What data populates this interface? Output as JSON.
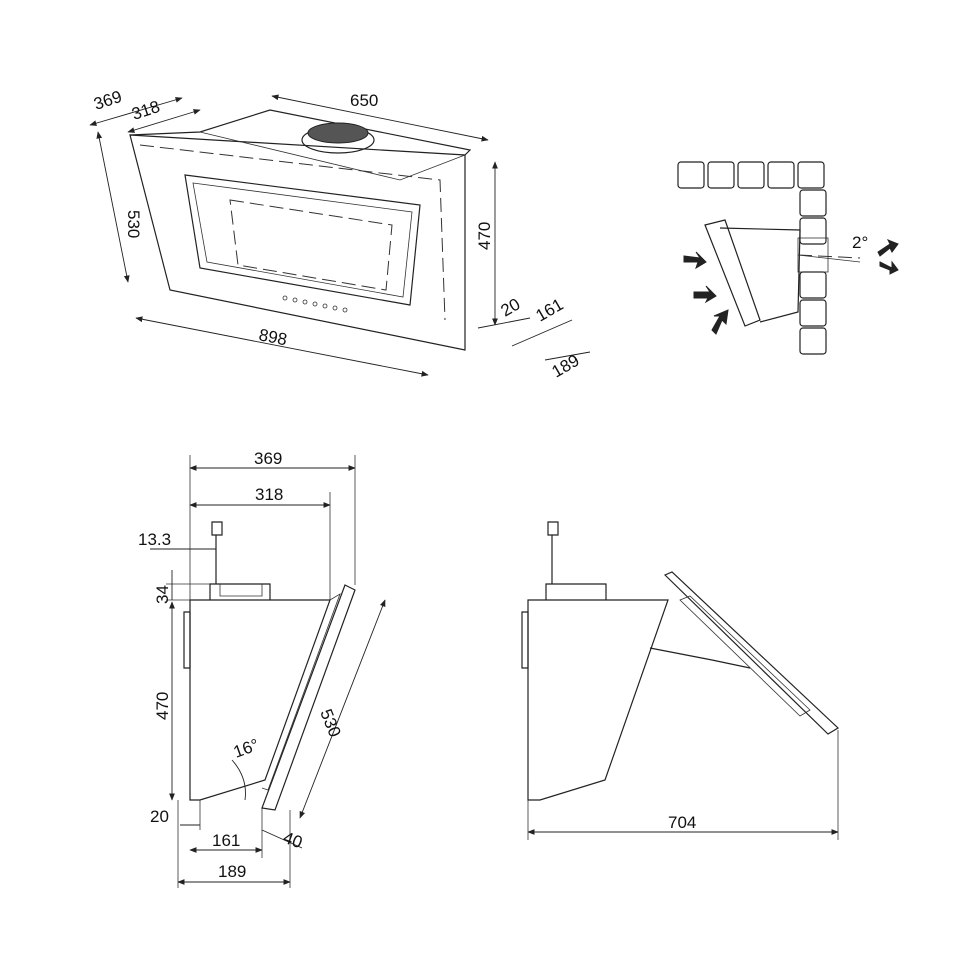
{
  "iso_view": {
    "dims": {
      "depth_total": "369",
      "depth_body": "318",
      "width_top": "650",
      "glass_height": "530",
      "body_height": "470",
      "width_bottom": "898",
      "offset_20": "20",
      "offset_161": "161",
      "offset_189": "189"
    }
  },
  "detail_view": {
    "angle": "2°"
  },
  "side_view": {
    "dims": {
      "depth_total": "369",
      "depth_body": "318",
      "d_13_3": "13.3",
      "d_34": "34",
      "body_height": "470",
      "glass_length": "530",
      "angle_16": "16°",
      "d_20": "20",
      "d_161": "161",
      "d_189": "189",
      "d_40": "40"
    }
  },
  "open_view": {
    "dims": {
      "open_depth": "704"
    }
  }
}
